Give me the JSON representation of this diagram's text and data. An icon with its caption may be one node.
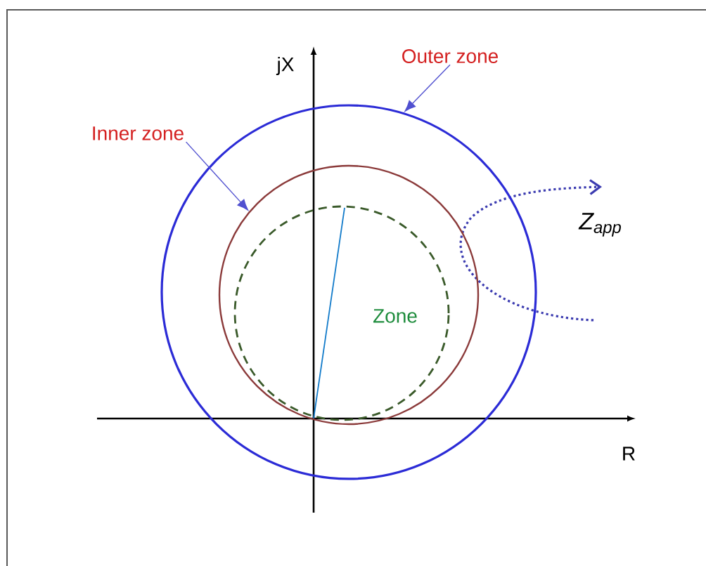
{
  "diagram": {
    "nodes": [
      {
        "text": [
          "Outer zone"
        ]
      },
      {
        "text": [],
        "shape": "circle"
      },
      {
        "text": [
          "Inner zone"
        ]
      },
      {
        "text": [],
        "shape": "circle",
        "in": 1
      },
      {
        "text": [
          "Zone"
        ],
        "in": 3
      }
    ],
    "edges": [
      {
        "from": 0,
        "to": 1,
        "arrow": "to"
      },
      {
        "from": 2,
        "to": 3,
        "arrow": "to"
      }
    ],
    "labels": [
      "jX",
      "Z$_{app}$",
      "R"
    ]
  }
}
